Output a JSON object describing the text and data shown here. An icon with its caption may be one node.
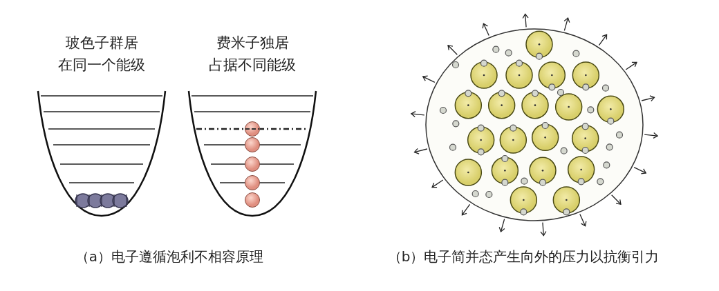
{
  "diagram": {
    "labels": [
      "玻色子群居",
      "在同一个能级",
      "费米子独居",
      "占据不同能级",
      "（a）电子遵循泡利不相容原理",
      "（b）电子简并态产生向外的压力以抗衡引力"
    ]
  }
}
